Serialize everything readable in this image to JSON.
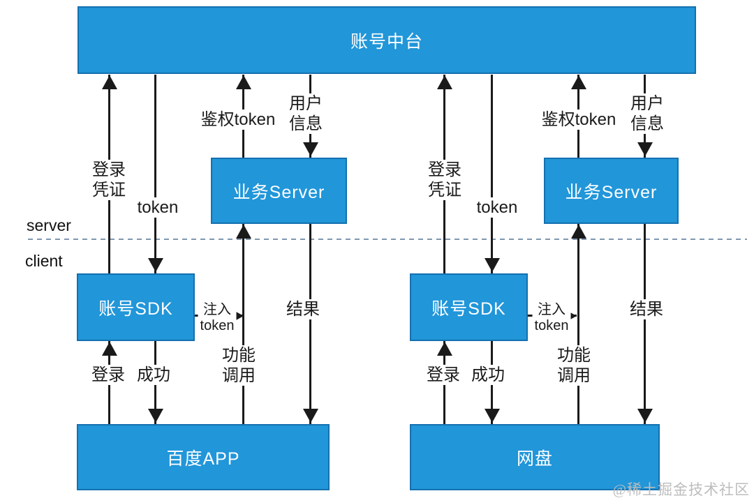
{
  "zones": {
    "server": "server",
    "client": "client"
  },
  "platform": {
    "label": "账号中台"
  },
  "columns": [
    {
      "side": "left",
      "biz_server": "业务Server",
      "sdk": "账号SDK",
      "app": "百度APP",
      "flows": {
        "login_credential": [
          "登录",
          "凭证"
        ],
        "token": "token",
        "auth_token": "鉴权token",
        "user_info": [
          "用户",
          "信息"
        ],
        "login": "登录",
        "success": "成功",
        "inject_token": [
          "注入",
          "token"
        ],
        "function_call": [
          "功能",
          "调用"
        ],
        "result": "结果"
      }
    },
    {
      "side": "right",
      "biz_server": "业务Server",
      "sdk": "账号SDK",
      "app": "网盘",
      "flows": {
        "login_credential": [
          "登录",
          "凭证"
        ],
        "token": "token",
        "auth_token": "鉴权token",
        "user_info": [
          "用户",
          "信息"
        ],
        "login": "登录",
        "success": "成功",
        "inject_token": [
          "注入",
          "token"
        ],
        "function_call": [
          "功能",
          "调用"
        ],
        "result": "结果"
      }
    }
  ],
  "watermark": "@稀土掘金技术社区",
  "colors": {
    "box_fill": "#2196d9",
    "box_border": "#1470b0",
    "line": "#1a1a1a",
    "divider_dash": "#7f97ae",
    "box_text": "#ffffff",
    "watermark_text": "#bdbdbd"
  }
}
